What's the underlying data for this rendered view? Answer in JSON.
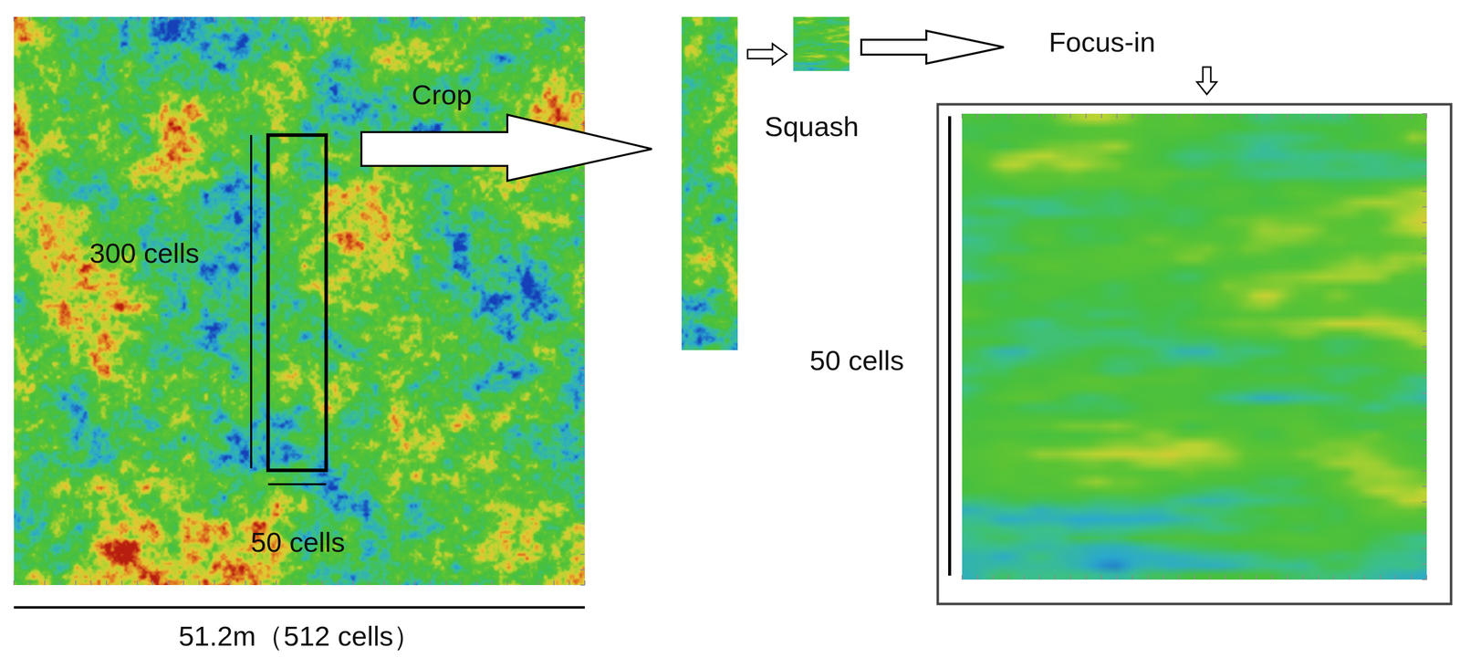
{
  "diagram": {
    "labels": [
      "Crop",
      "Squash",
      "Focus-in",
      "300 cells",
      "50 cells",
      "50 cells",
      "51.2m（512 cells）"
    ]
  }
}
